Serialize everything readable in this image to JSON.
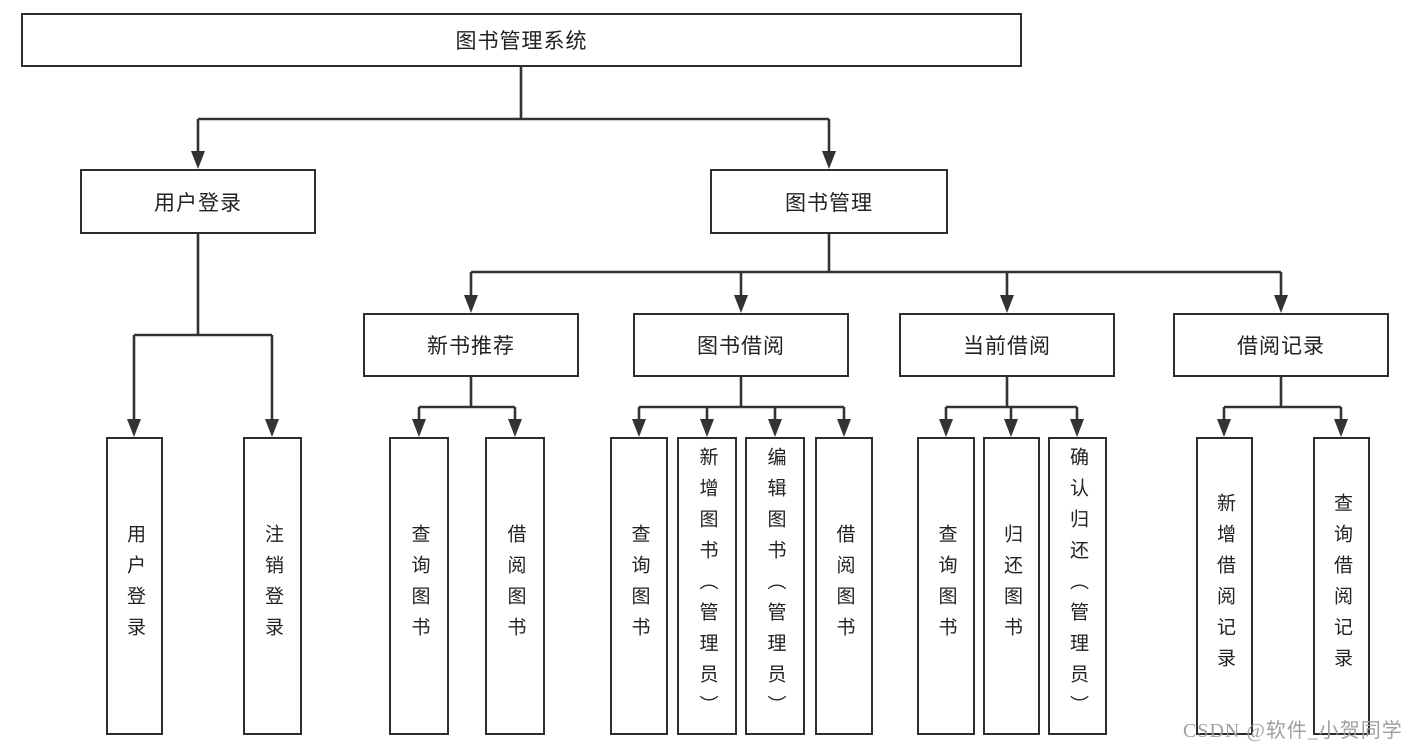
{
  "colors": {
    "background": "#ffffff",
    "line": "#333333",
    "node_border": "#2d2d2d",
    "text": "#222222",
    "watermark": "#a0a0a0"
  },
  "nodes": {
    "root": {
      "label": "图书管理系统"
    },
    "user_login": {
      "label": "用户登录"
    },
    "book_management": {
      "label": "图书管理"
    },
    "new_book_recommend": {
      "label": "新书推荐"
    },
    "book_borrowing": {
      "label": "图书借阅"
    },
    "current_borrowing": {
      "label": "当前借阅"
    },
    "borrowing_records": {
      "label": "借阅记录"
    },
    "ul_user_login": {
      "label": "用户登录"
    },
    "ul_logout": {
      "label": "注销登录"
    },
    "nb_query_books": {
      "label": "查询图书"
    },
    "nb_borrow_books": {
      "label": "借阅图书"
    },
    "bb_query_books": {
      "label": "查询图书"
    },
    "bb_add_books": {
      "label": "新增图书（管理员）"
    },
    "bb_edit_books": {
      "label": "编辑图书（管理员）"
    },
    "bb_borrow_books": {
      "label": "借阅图书"
    },
    "cb_query_books": {
      "label": "查询图书"
    },
    "cb_return_books": {
      "label": "归还图书"
    },
    "cb_confirm_return": {
      "label": "确认归还（管理员）"
    },
    "br_add_record": {
      "label": "新增借阅记录"
    },
    "br_query_record": {
      "label": "查询借阅记录"
    }
  },
  "watermark": {
    "text": "CSDN @软件_小贺同学"
  }
}
